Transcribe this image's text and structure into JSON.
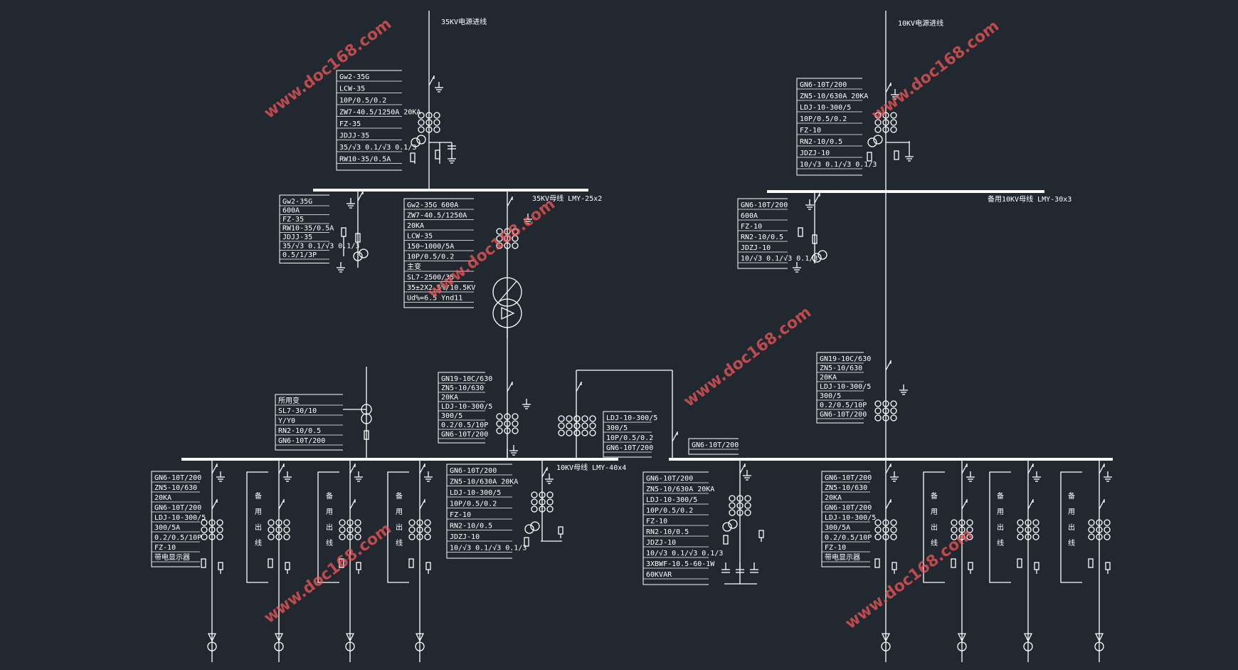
{
  "feeder_labels": {
    "in35": "35KV电源进线",
    "in10": "10KV电源进线"
  },
  "bus_labels": {
    "bus35": "35KV母线  LMY-25x2",
    "bus10_main": "10KV母线  LMY-40x4",
    "bus10_right": "备用10KV母线  LMY-30x3"
  },
  "watermark": "www.doc168.com",
  "blocks": {
    "in35": [
      "Gw2-35G",
      "LCW-35",
      "10P/0.5/0.2",
      "ZW7-40.5/1250A 20KA",
      "FZ-35",
      "JDJJ-35",
      "35/√3  0.1/√3  0.1/3",
      "RW10-35/0.5A"
    ],
    "pt35": [
      "Gw2-35G",
      "600A",
      "FZ-35",
      "RW10-35/0.5A",
      "JDJJ-35",
      "35/√3 0.1/√3 0.1/3",
      "0.5/1/3P"
    ],
    "tr": [
      "Gw2-35G 600A",
      "ZW7-40.5/1250A",
      "20KA",
      "LCW-35",
      "150~1000/5A",
      "10P/0.5/0.2",
      "主变",
      "SL7-2500/35",
      "35±2X2.5%/10.5KV",
      "Ud%=6.5 Ynd11"
    ],
    "in10": [
      "GN6-10T/200",
      "ZN5-10/630A 20KA",
      "LDJ-10-300/5",
      "10P/0.5/0.2",
      "FZ-10",
      "RN2-10/0.5",
      "JDZJ-10",
      "10/√3  0.1/√3  0.1/3"
    ],
    "pt10r": [
      "GN6-10T/200",
      "600A",
      "FZ-10",
      "RN2-10/0.5",
      "JDZJ-10",
      "10/√3  0.1/√3  0.1/3"
    ],
    "aux": [
      "所用变",
      "SL7-30/10",
      "Y/Y0",
      "RN2-10/0.5",
      "GN6-10T/200"
    ],
    "inc": [
      "GN19-10C/630",
      "ZN5-10/630",
      "20KA",
      "LDJ-10-300/5",
      "300/5",
      "0.2/0.5/10P",
      "GN6-10T/200"
    ],
    "tie": [
      "LDJ-10-300/5",
      "300/5",
      "10P/0.5/0.2",
      "GN6-10T/200"
    ],
    "tie2": [
      "GN6-10T/200"
    ],
    "incR": [
      "GN19-10C/630",
      "ZN5-10/630",
      "20KA",
      "LDJ-10-300/5",
      "300/5",
      "0.2/0.5/10P",
      "GN6-10T/200"
    ],
    "ptm": [
      "GN6-10T/200",
      "ZN5-10/630A 20KA",
      "LDJ-10-300/5",
      "10P/0.5/0.2",
      "FZ-10",
      "RN2-10/0.5",
      "JDZJ-10",
      "10/√3  0.1/√3  0.1/3"
    ],
    "cap": [
      "GN6-10T/200",
      "ZN5-10/630A 20KA",
      "LDJ-10-300/5",
      "10P/0.5/0.2",
      "FZ-10",
      "RN2-10/0.5",
      "JDZJ-10",
      "10/√3  0.1/√3  0.1/3",
      "3XBWF-10.5-60-1W",
      "60KVAR"
    ],
    "outL": [
      "GN6-10T/200",
      "ZN5-10/630",
      "20KA",
      "GN6-10T/200",
      "LDJ-10-300/5",
      "300/5A",
      "0.2/0.5/10P",
      "FZ-10",
      "带电显示器"
    ],
    "outR": [
      "GN6-10T/200",
      "ZN5-10/630",
      "20KA",
      "GN6-10T/200",
      "LDJ-10-300/5",
      "300/5A",
      "0.2/0.5/10P",
      "FZ-10",
      "带电显示器"
    ]
  },
  "feeder_tags": [
    "备",
    "用",
    "出",
    "线"
  ],
  "colors": {
    "background": "#212830",
    "line": "#ffffff",
    "watermark": "#ff5a5a"
  }
}
